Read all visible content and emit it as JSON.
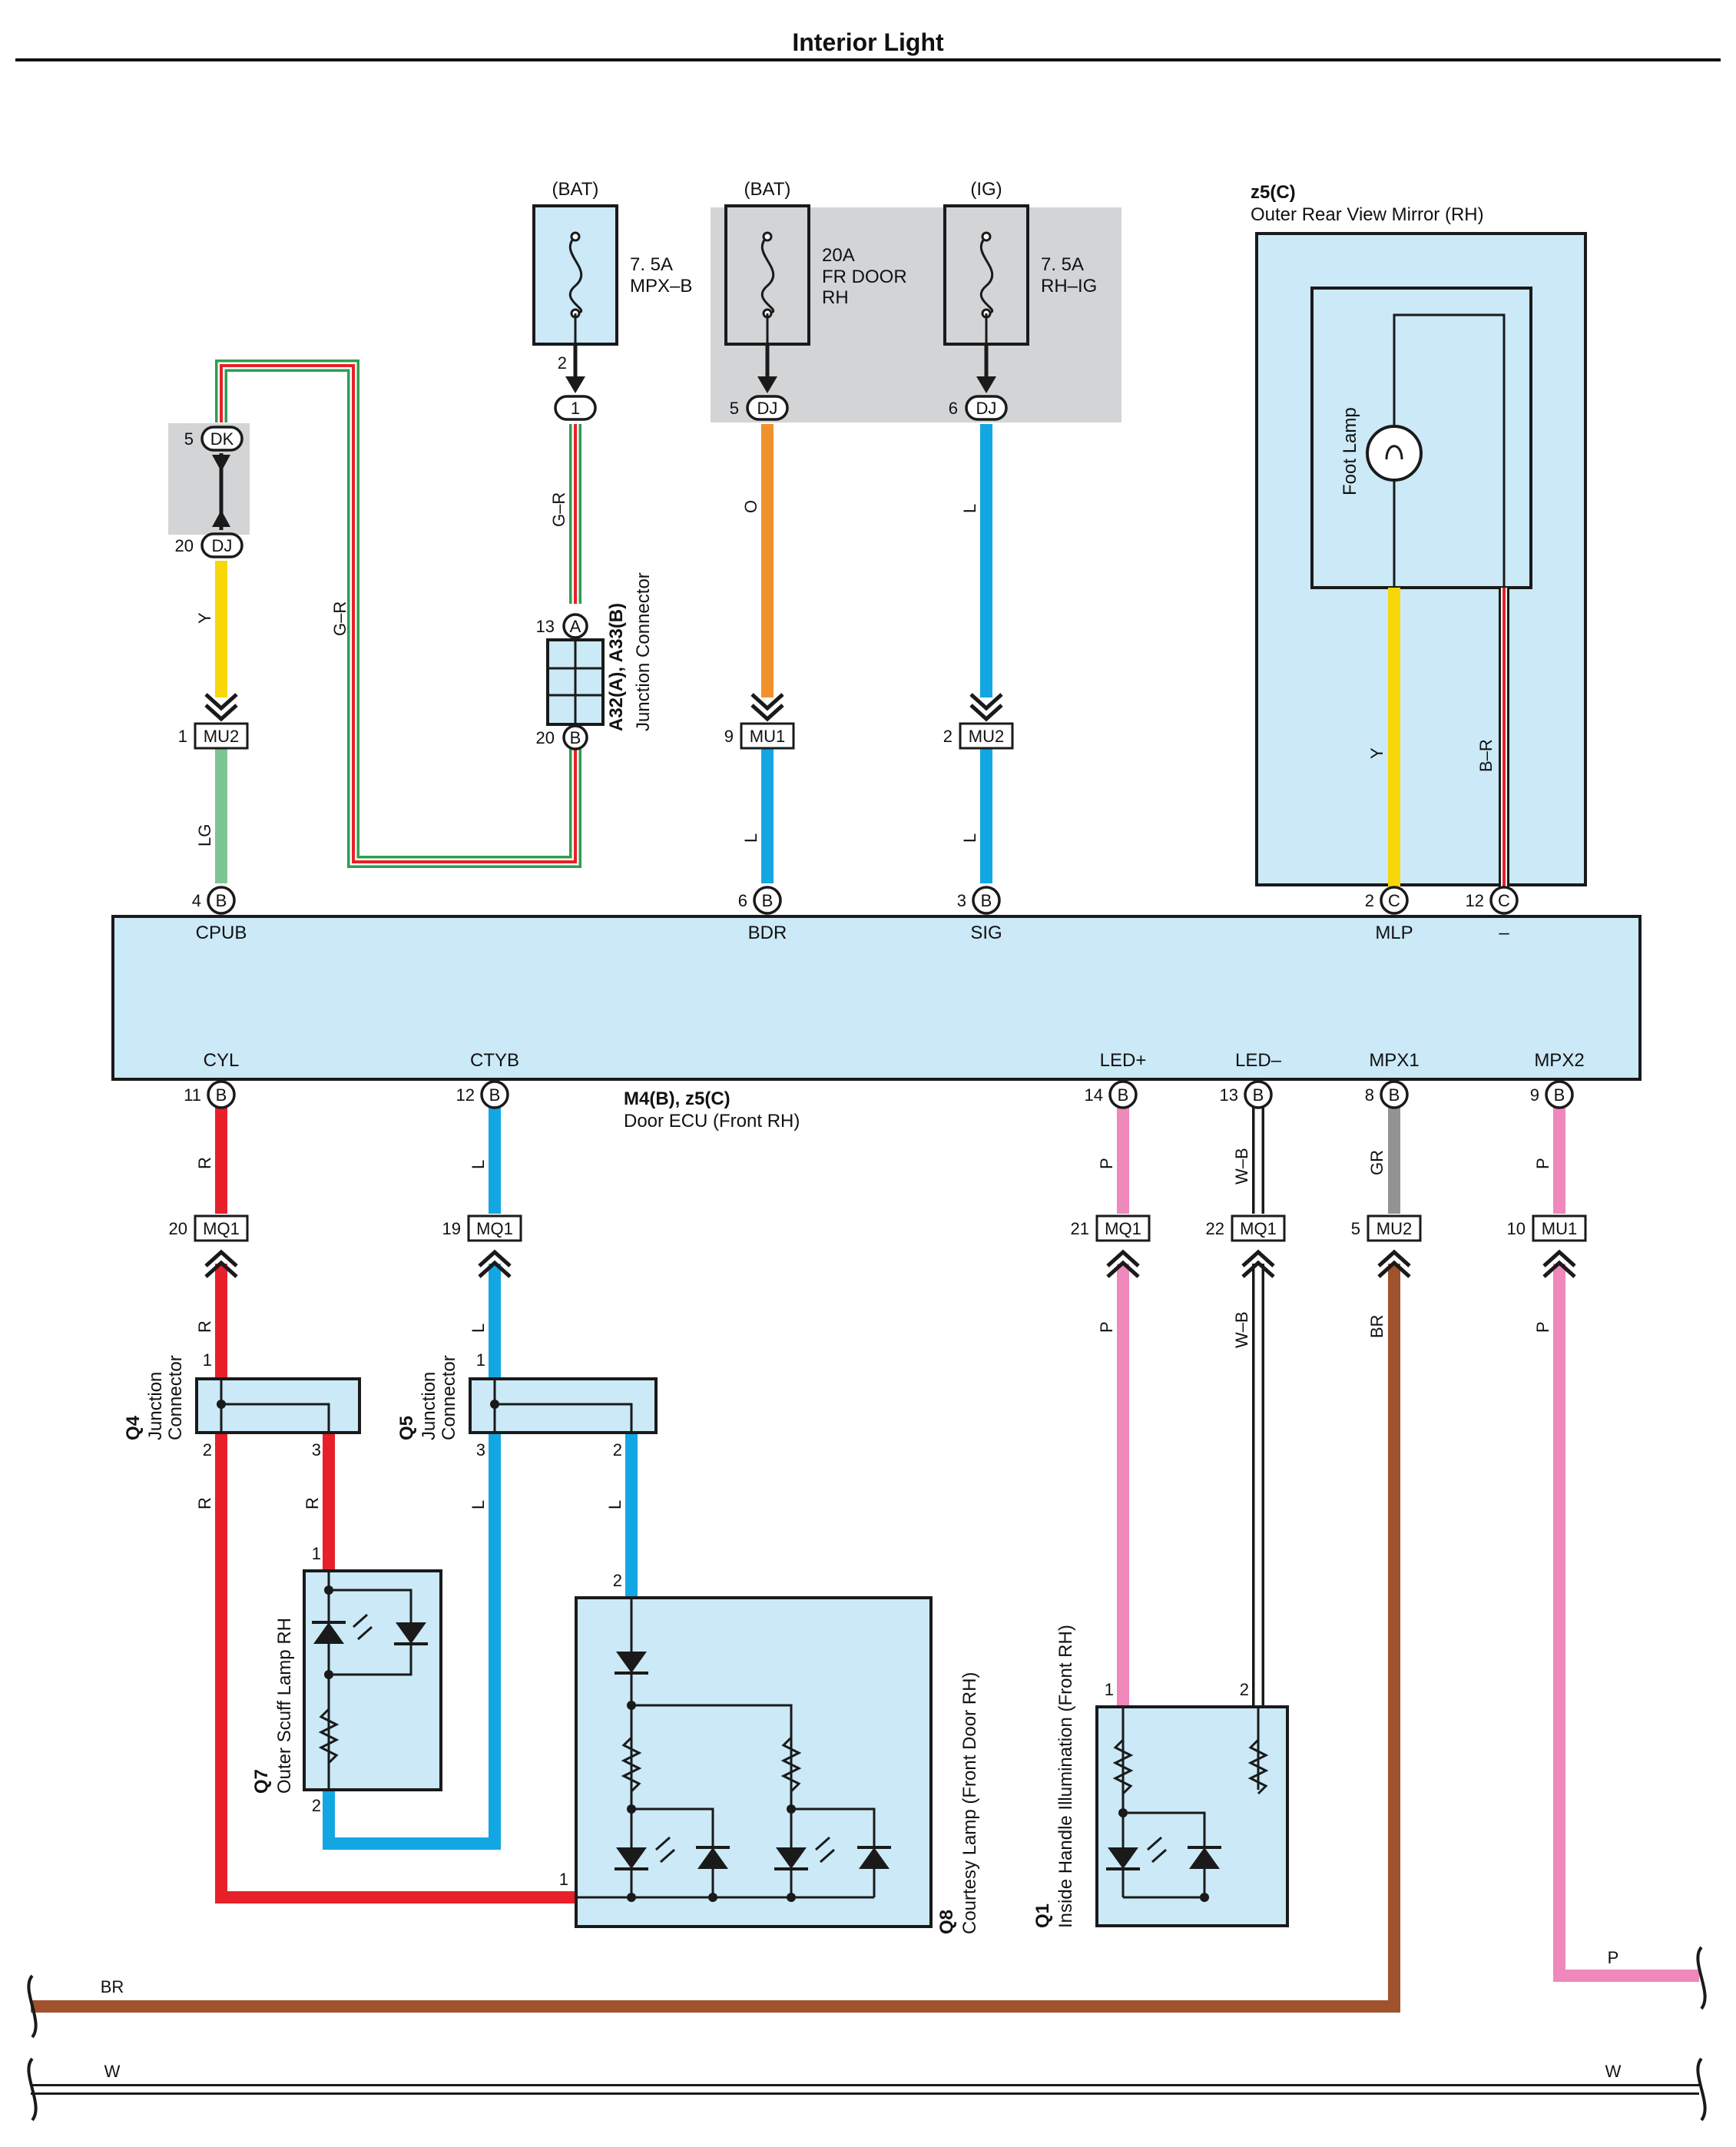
{
  "title": "Interior Light",
  "fuses": [
    {
      "source": "(BAT)",
      "rating": "7. 5A",
      "name1": "MPX–B",
      "name2": ""
    },
    {
      "source": "(BAT)",
      "rating": "20A",
      "name1": "FR DOOR",
      "name2": "RH"
    },
    {
      "source": "(IG)",
      "rating": "7. 5A",
      "name1": "RH–IG",
      "name2": ""
    }
  ],
  "mirror": {
    "code": "z5(C)",
    "name": "Outer Rear View Mirror (RH)",
    "lamp": "Foot Lamp"
  },
  "junction_top": {
    "code": "A32(A), A33(B)",
    "name": "Junction Connector"
  },
  "ecu": {
    "code": "M4(B), z5(C)",
    "name": "Door ECU (Front RH)",
    "top_pins": [
      {
        "num": "4",
        "conn": "B",
        "label": "CPUB"
      },
      {
        "num": "6",
        "conn": "B",
        "label": "BDR"
      },
      {
        "num": "3",
        "conn": "B",
        "label": "SIG"
      },
      {
        "num": "2",
        "conn": "C",
        "label": "MLP"
      },
      {
        "num": "12",
        "conn": "C",
        "label": "–"
      }
    ],
    "bottom_pins": [
      {
        "num": "11",
        "conn": "B",
        "label": "CYL"
      },
      {
        "num": "12",
        "conn": "B",
        "label": "CTYB"
      },
      {
        "num": "14",
        "conn": "B",
        "label": "LED+"
      },
      {
        "num": "13",
        "conn": "B",
        "label": "LED–"
      },
      {
        "num": "8",
        "conn": "B",
        "label": "MPX1"
      },
      {
        "num": "9",
        "conn": "B",
        "label": "MPX2"
      }
    ]
  },
  "connectors": {
    "dk": {
      "num": "5",
      "name": "DK"
    },
    "dj20": {
      "num": "20",
      "name": "DJ"
    },
    "j1": {
      "num": "2",
      "name": "1"
    },
    "dj5": {
      "num": "5",
      "name": "DJ"
    },
    "dj6": {
      "num": "6",
      "name": "DJ"
    },
    "ja": {
      "num": "13",
      "name": "A"
    },
    "jb": {
      "num": "20",
      "name": "B"
    },
    "mu2a": {
      "num": "1",
      "name": "MU2"
    },
    "mu1a": {
      "num": "9",
      "name": "MU1"
    },
    "mu2b": {
      "num": "2",
      "name": "MU2"
    },
    "mq1a": {
      "num": "20",
      "name": "MQ1"
    },
    "mq1b": {
      "num": "19",
      "name": "MQ1"
    },
    "mq1c": {
      "num": "21",
      "name": "MQ1"
    },
    "mq1d": {
      "num": "22",
      "name": "MQ1"
    },
    "mu2c": {
      "num": "5",
      "name": "MU2"
    },
    "mu1b": {
      "num": "10",
      "name": "MU1"
    }
  },
  "wire_labels": {
    "y": "Y",
    "gr_loop": "G–R",
    "gr_drop": "G–R",
    "lg": "LG",
    "o": "O",
    "l": "L",
    "b_r": "B–R",
    "r": "R",
    "p": "P",
    "w_b": "W–B",
    "gr": "GR",
    "br": "BR",
    "w": "W"
  },
  "components": {
    "q4": {
      "code": "Q4",
      "name1": "Junction",
      "name2": "Connector"
    },
    "q5": {
      "code": "Q5",
      "name1": "Junction",
      "name2": "Connector"
    },
    "q7": {
      "code": "Q7",
      "name": "Outer Scuff Lamp RH"
    },
    "q8": {
      "code": "Q8",
      "name": "Courtesy Lamp (Front Door RH)"
    },
    "q1": {
      "code": "Q1",
      "name": "Inside Handle Illumination (Front RH)"
    }
  },
  "pin_numbers": {
    "q4_1": "1",
    "q4_2": "2",
    "q4_3": "3",
    "q5_1": "1",
    "q5_3": "3",
    "q5_2": "2",
    "q7_1": "1",
    "q7_2": "2",
    "q8_2": "2",
    "q8_1": "1",
    "q1_1": "1",
    "q1_2": "2"
  },
  "colors": {
    "yellow": "#f7d708",
    "green": "#2e9e4f",
    "red": "#e8202a",
    "orange": "#f0922b",
    "blue": "#12a7e3",
    "lightgreen": "#7ec594",
    "pink": "#ef88bb",
    "gray": "#939393",
    "brown": "#a0522d",
    "black": "#1a1a1a"
  }
}
